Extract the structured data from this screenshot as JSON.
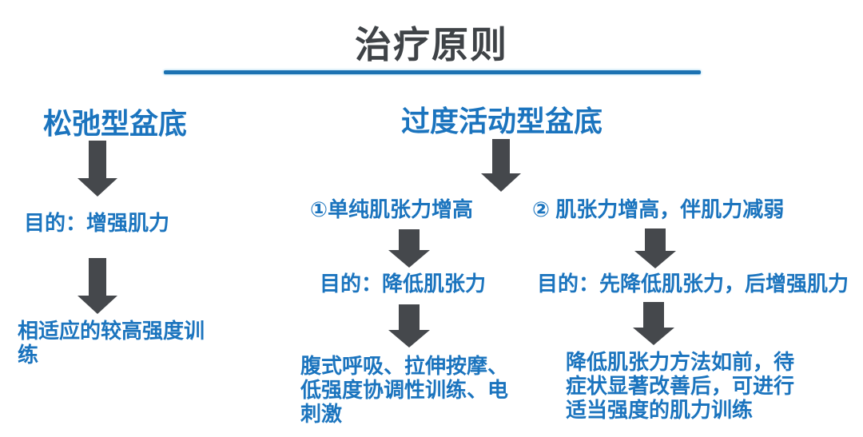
{
  "title": "治疗原则",
  "colors": {
    "accent_blue": "#1b74be",
    "heading_dark": "#3f4347",
    "arrow_gray": "#45484c",
    "divider_blue": "#1c72b2"
  },
  "left_branch": {
    "header": "松弛型盆底",
    "goal": "目的：增强肌力",
    "outcome_lines": [
      "相适应的较高强度训",
      "练"
    ]
  },
  "right_branch": {
    "header": "过度活动型盆底",
    "sub1": {
      "condition": "①单纯肌张力增高",
      "goal": "目的：降低肌张力",
      "treatment_lines": [
        "腹式呼吸、拉伸按摩、",
        "低强度协调性训练、电",
        "刺激"
      ]
    },
    "sub2": {
      "condition": "② 肌张力增高，伴肌力减弱",
      "goal": "目的：先降低肌张力，后增强肌力",
      "treatment_lines": [
        "降低肌张力方法如前，待",
        "症状显著改善后，可进行",
        "适当强度的肌力训练"
      ]
    }
  }
}
